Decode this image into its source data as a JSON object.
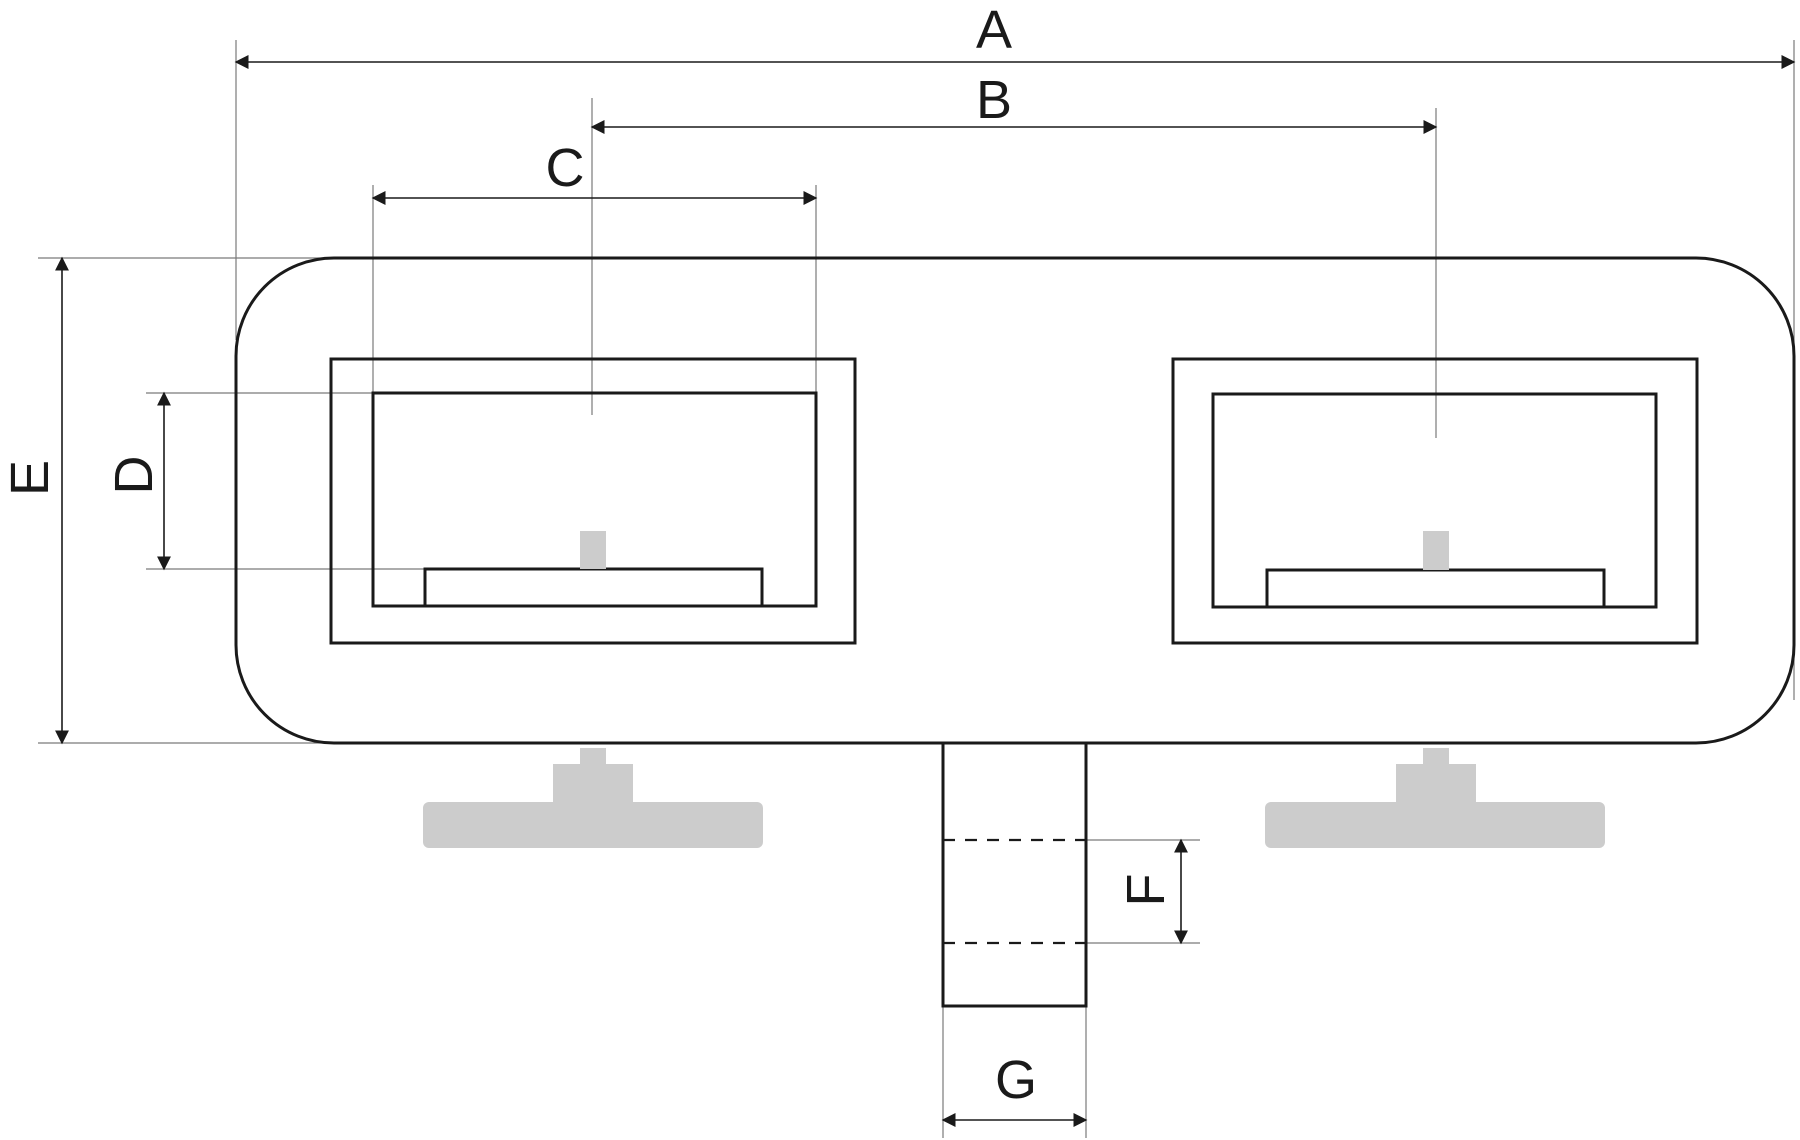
{
  "dimensions": [
    {
      "id": "A",
      "label": "A"
    },
    {
      "id": "B",
      "label": "B"
    },
    {
      "id": "C",
      "label": "C"
    },
    {
      "id": "D",
      "label": "D"
    },
    {
      "id": "E",
      "label": "E"
    },
    {
      "id": "F",
      "label": "F"
    },
    {
      "id": "G",
      "label": "G"
    }
  ],
  "colors": {
    "line": "#1a1a1a",
    "extension_line": "#7a7a7a",
    "ghost_part": "#cccccc",
    "background": "#ffffff"
  }
}
